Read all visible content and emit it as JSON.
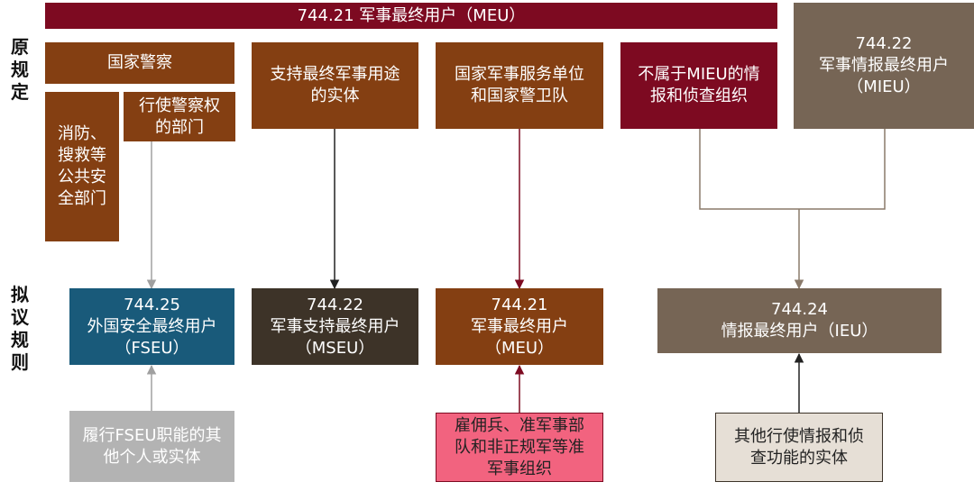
{
  "side_labels": {
    "original": "原\n规\n定",
    "proposed": "拟\n议\n规\n则"
  },
  "top": {
    "meu_banner": "744.21 军事最终用户（MEU）",
    "police": "国家警察",
    "police_power": "行使警察权\n的部门",
    "fire_rescue": "消防、\n搜救等\n公共安\n全部门",
    "support_entity": "支持最终军事用途\n的实体",
    "service_units": "国家军事服务单位\n和国家警卫队",
    "not_mieu": "不属于MIEU的情\n报和侦查组织",
    "mieu": "744.22\n军事情报最终用户\n（MIEU）"
  },
  "middle": {
    "fseu": "744.25\n外国安全最终用户\n（FSEU）",
    "mseu": "744.22\n军事支持最终用户\n（MSEU）",
    "meu": "744.21\n军事最终用户\n（MEU）",
    "ieu": "744.24\n情报最终用户（IEU）"
  },
  "bottom": {
    "fseu_other": "履行FSEU职能的其\n他个人或实体",
    "mercenary": "雇佣兵、准军事部\n队和非正规军等准\n军事组织",
    "intel_other": "其他行使情报和侦\n查功能的实体"
  },
  "colors": {
    "crimson": "#7d0a21",
    "brown": "#843f12",
    "taupe": "#766555",
    "blue": "#195a7a",
    "dark": "#3d3328",
    "grey": "#b3b3b3",
    "pink": "#f2637f",
    "cream": "#e6dfd6"
  }
}
